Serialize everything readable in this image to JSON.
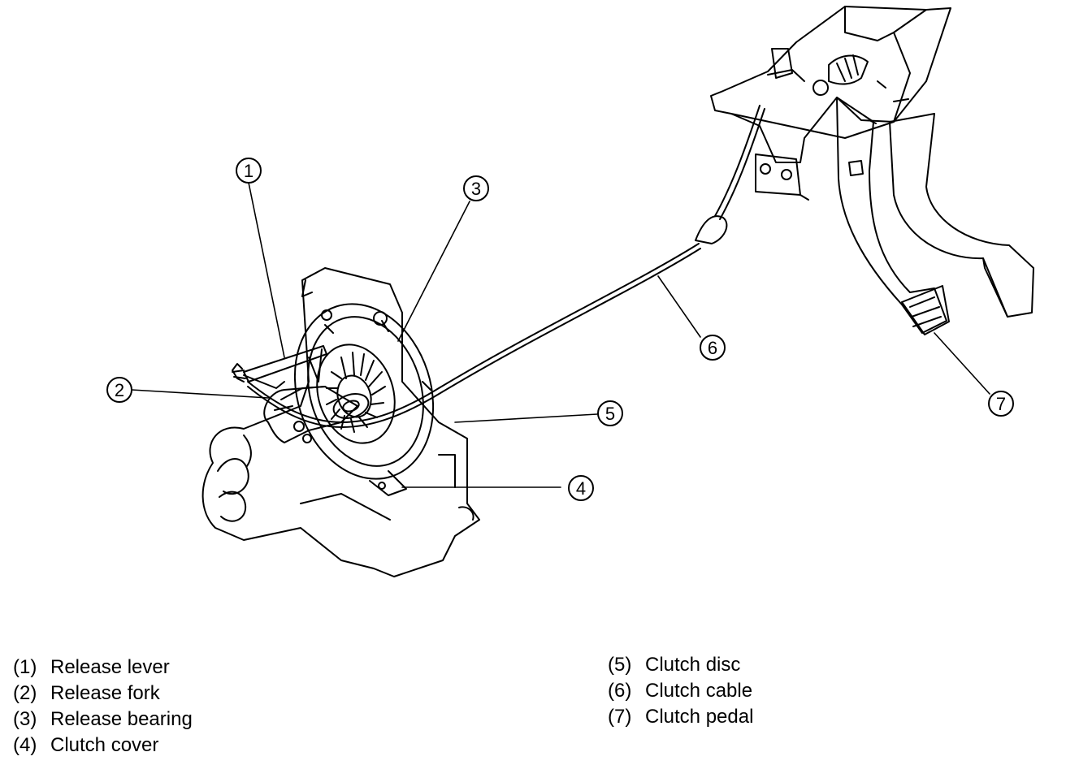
{
  "callouts": [
    {
      "id": "1",
      "number": "1"
    },
    {
      "id": "2",
      "number": "2"
    },
    {
      "id": "3",
      "number": "3"
    },
    {
      "id": "4",
      "number": "4"
    },
    {
      "id": "5",
      "number": "5"
    },
    {
      "id": "6",
      "number": "6"
    },
    {
      "id": "7",
      "number": "7"
    }
  ],
  "legend": {
    "left": [
      {
        "num": "(1)",
        "label": "Release lever"
      },
      {
        "num": "(2)",
        "label": "Release fork"
      },
      {
        "num": "(3)",
        "label": "Release bearing"
      },
      {
        "num": "(4)",
        "label": "Clutch cover"
      }
    ],
    "right": [
      {
        "num": "(5)",
        "label": "Clutch disc"
      },
      {
        "num": "(6)",
        "label": "Clutch cable"
      },
      {
        "num": "(7)",
        "label": "Clutch pedal"
      }
    ]
  }
}
